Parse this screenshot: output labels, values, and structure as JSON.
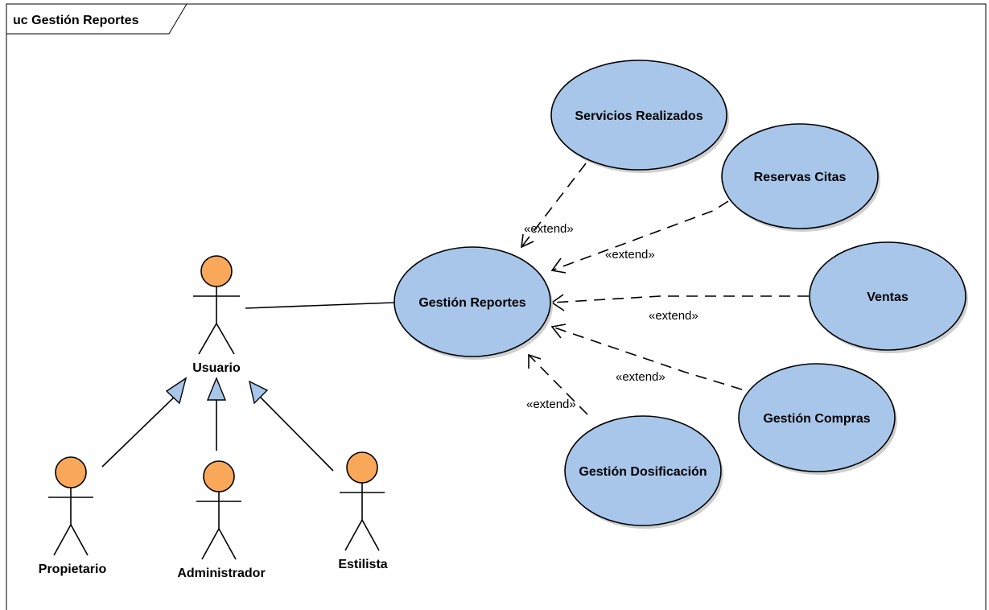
{
  "frame": {
    "title": "uc Gestión Reportes"
  },
  "actors": {
    "usuario": "Usuario",
    "propietario": "Propietario",
    "administrador": "Administrador",
    "estilista": "Estilista"
  },
  "use_cases": {
    "gestion_reportes": "Gestión Reportes",
    "servicios_realizados": "Servicios Realizados",
    "reservas_citas": "Reservas Citas",
    "ventas": "Ventas",
    "gestion_compras": "Gestión Compras",
    "gestion_dosificacion": "Gestión Dosificación"
  },
  "relations": {
    "extend_servicios": "«extend»",
    "extend_reservas": "«extend»",
    "extend_ventas": "«extend»",
    "extend_compras": "«extend»",
    "extend_dosificacion": "«extend»"
  },
  "colors": {
    "use_case_fill": "#A8C6EA",
    "actor_head_fill": "#F9A85A",
    "line": "#000000",
    "background": "#FFFFFF"
  }
}
